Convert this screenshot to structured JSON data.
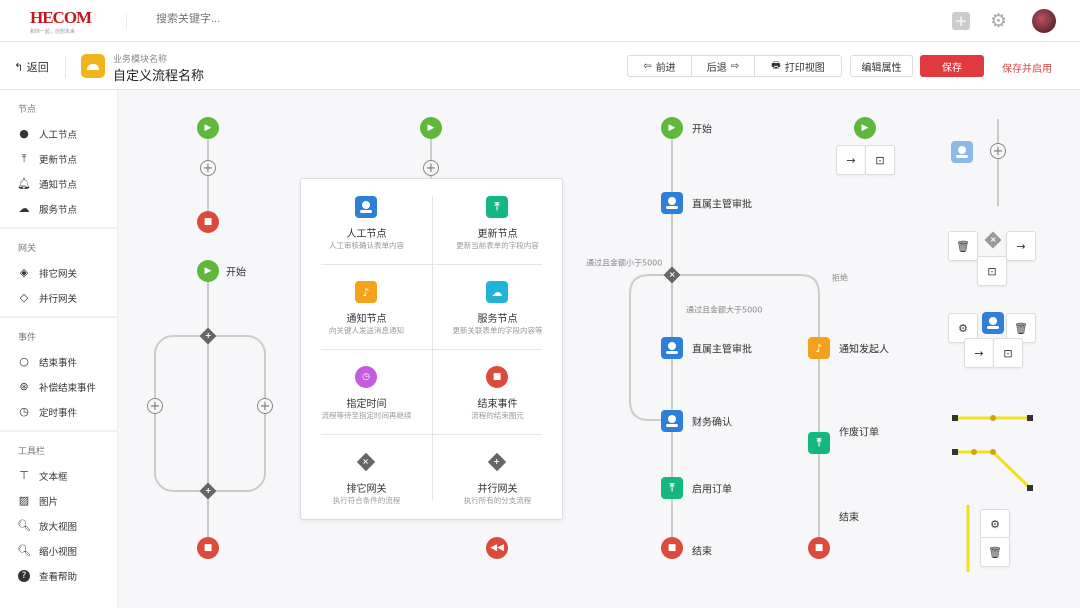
{
  "topbar": {
    "logo": "HECOM",
    "logo_slogan": "和你一起，创想未来",
    "search_placeholder": "搜索关键字...",
    "icons": [
      "add-icon",
      "gear-icon",
      "avatar"
    ]
  },
  "header": {
    "back": "返回",
    "module": "业务模块名称",
    "title": "自定义流程名称",
    "forward": "前进",
    "backward": "后退",
    "print": "打印视图",
    "edit": "编辑属性",
    "save": "保存",
    "save_enable": "保存并启用"
  },
  "colors": {
    "accent": "#e0393e",
    "start": "#5fb83a",
    "end": "#dc4a3c",
    "person": "#2e7fd8",
    "update": "#14b87e",
    "notify": "#f2a31b",
    "service": "#20b4d8",
    "timer": "#c65be0",
    "highlight": "#f0e020"
  },
  "sidebar": {
    "sections": [
      {
        "title": "节点",
        "items": [
          {
            "label": "人工节点",
            "icon": "person-icon"
          },
          {
            "label": "更新节点",
            "icon": "upload-icon"
          },
          {
            "label": "通知节点",
            "icon": "bell-icon"
          },
          {
            "label": "服务节点",
            "icon": "cloud-icon"
          }
        ]
      },
      {
        "title": "网关",
        "items": [
          {
            "label": "排它网关",
            "icon": "exclusive-gateway-icon"
          },
          {
            "label": "并行网关",
            "icon": "parallel-gateway-icon"
          }
        ]
      },
      {
        "title": "事件",
        "items": [
          {
            "label": "结束事件",
            "icon": "circle-icon"
          },
          {
            "label": "补偿结束事件",
            "icon": "rewind-icon"
          },
          {
            "label": "定时事件",
            "icon": "timer-icon"
          }
        ]
      },
      {
        "title": "工具栏",
        "items": [
          {
            "label": "文本框",
            "icon": "textbox-icon"
          },
          {
            "label": "图片",
            "icon": "image-icon"
          },
          {
            "label": "放大视图",
            "icon": "zoom-in-icon"
          },
          {
            "label": "缩小视图",
            "icon": "zoom-out-icon"
          },
          {
            "label": "查看帮助",
            "icon": "help-icon"
          }
        ]
      }
    ]
  },
  "canvas": {
    "start_label": "开始",
    "panel": [
      {
        "title": "人工节点",
        "desc": "人工审核确认表单内容"
      },
      {
        "title": "更新节点",
        "desc": "更新当前表单的字段内容"
      },
      {
        "title": "通知节点",
        "desc": "向关键人发送消息通知"
      },
      {
        "title": "服务节点",
        "desc": "更新关联表单的字段内容等"
      },
      {
        "title": "指定时间",
        "desc": "流程等待至指定时间再继续"
      },
      {
        "title": "结束事件",
        "desc": "流程的结束图元"
      },
      {
        "title": "排它网关",
        "desc": "执行符合条件的流程"
      },
      {
        "title": "并行网关",
        "desc": "执行所有的分支流程"
      }
    ],
    "flow": {
      "start": "开始",
      "approve1": "直属主管审批",
      "cond_less": "通过且金额小于5000",
      "reject": "拒绝",
      "cond_more": "通过且金额大于5000",
      "approve2": "直属主管审批",
      "notify": "通知发起人",
      "finance": "财务确认",
      "enable": "启用订单",
      "void": "作废订单",
      "end1": "结束",
      "end2": "结束"
    }
  }
}
